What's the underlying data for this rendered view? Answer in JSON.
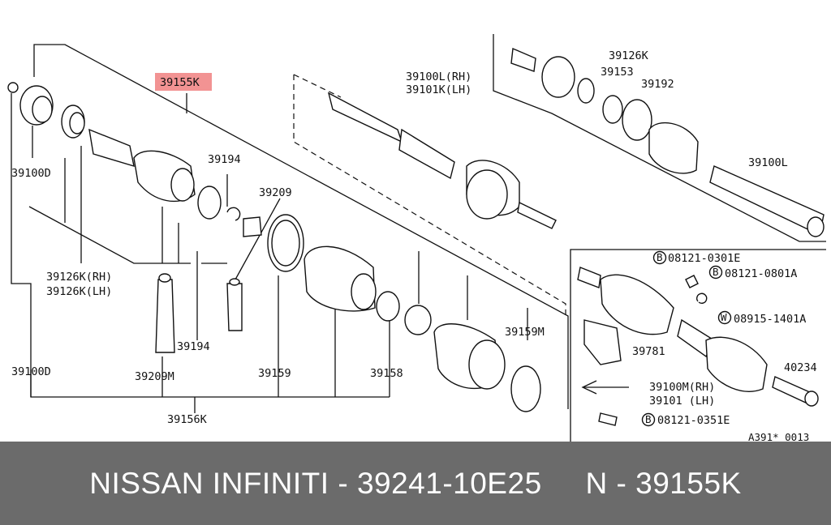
{
  "diagram": {
    "highlight_color": "#f08080",
    "labels": {
      "l39155K": "39155K",
      "l39100D_a": "39100D",
      "l39126K_rh": "39126K(RH)",
      "l39126K_lh": "39126K(LH)",
      "l39194_a": "39194",
      "l39194_b": "39194",
      "l39209": "39209",
      "l39209M": "39209M",
      "l39100D_b": "39100D",
      "l39159": "39159",
      "l39158": "39158",
      "l39156K": "39156K",
      "l39159M": "39159M",
      "l39100L_rh": "39100L(RH)",
      "l39101K_lh": "39101K(LH)",
      "l39126K_c": "39126K",
      "l39153": "39153",
      "l39192": "39192",
      "l39100L": "39100L",
      "l08121_0301E": "08121-0301E",
      "l08121_0801A": "08121-0801A",
      "l08915_1401A": "08915-1401A",
      "l39781": "39781",
      "l39100M_rh": "39100M(RH)",
      "l39101_lh": "39101  (LH)",
      "l40234": "40234",
      "l08121_0351E": "08121-0351E",
      "code": "A391* 0013",
      "circ_B1": "B",
      "circ_B2": "B",
      "circ_W": "W",
      "circ_B3": "B"
    }
  },
  "footer": {
    "caption": "NISSAN INFINITI - 39241-10E25     N - 39155K"
  }
}
